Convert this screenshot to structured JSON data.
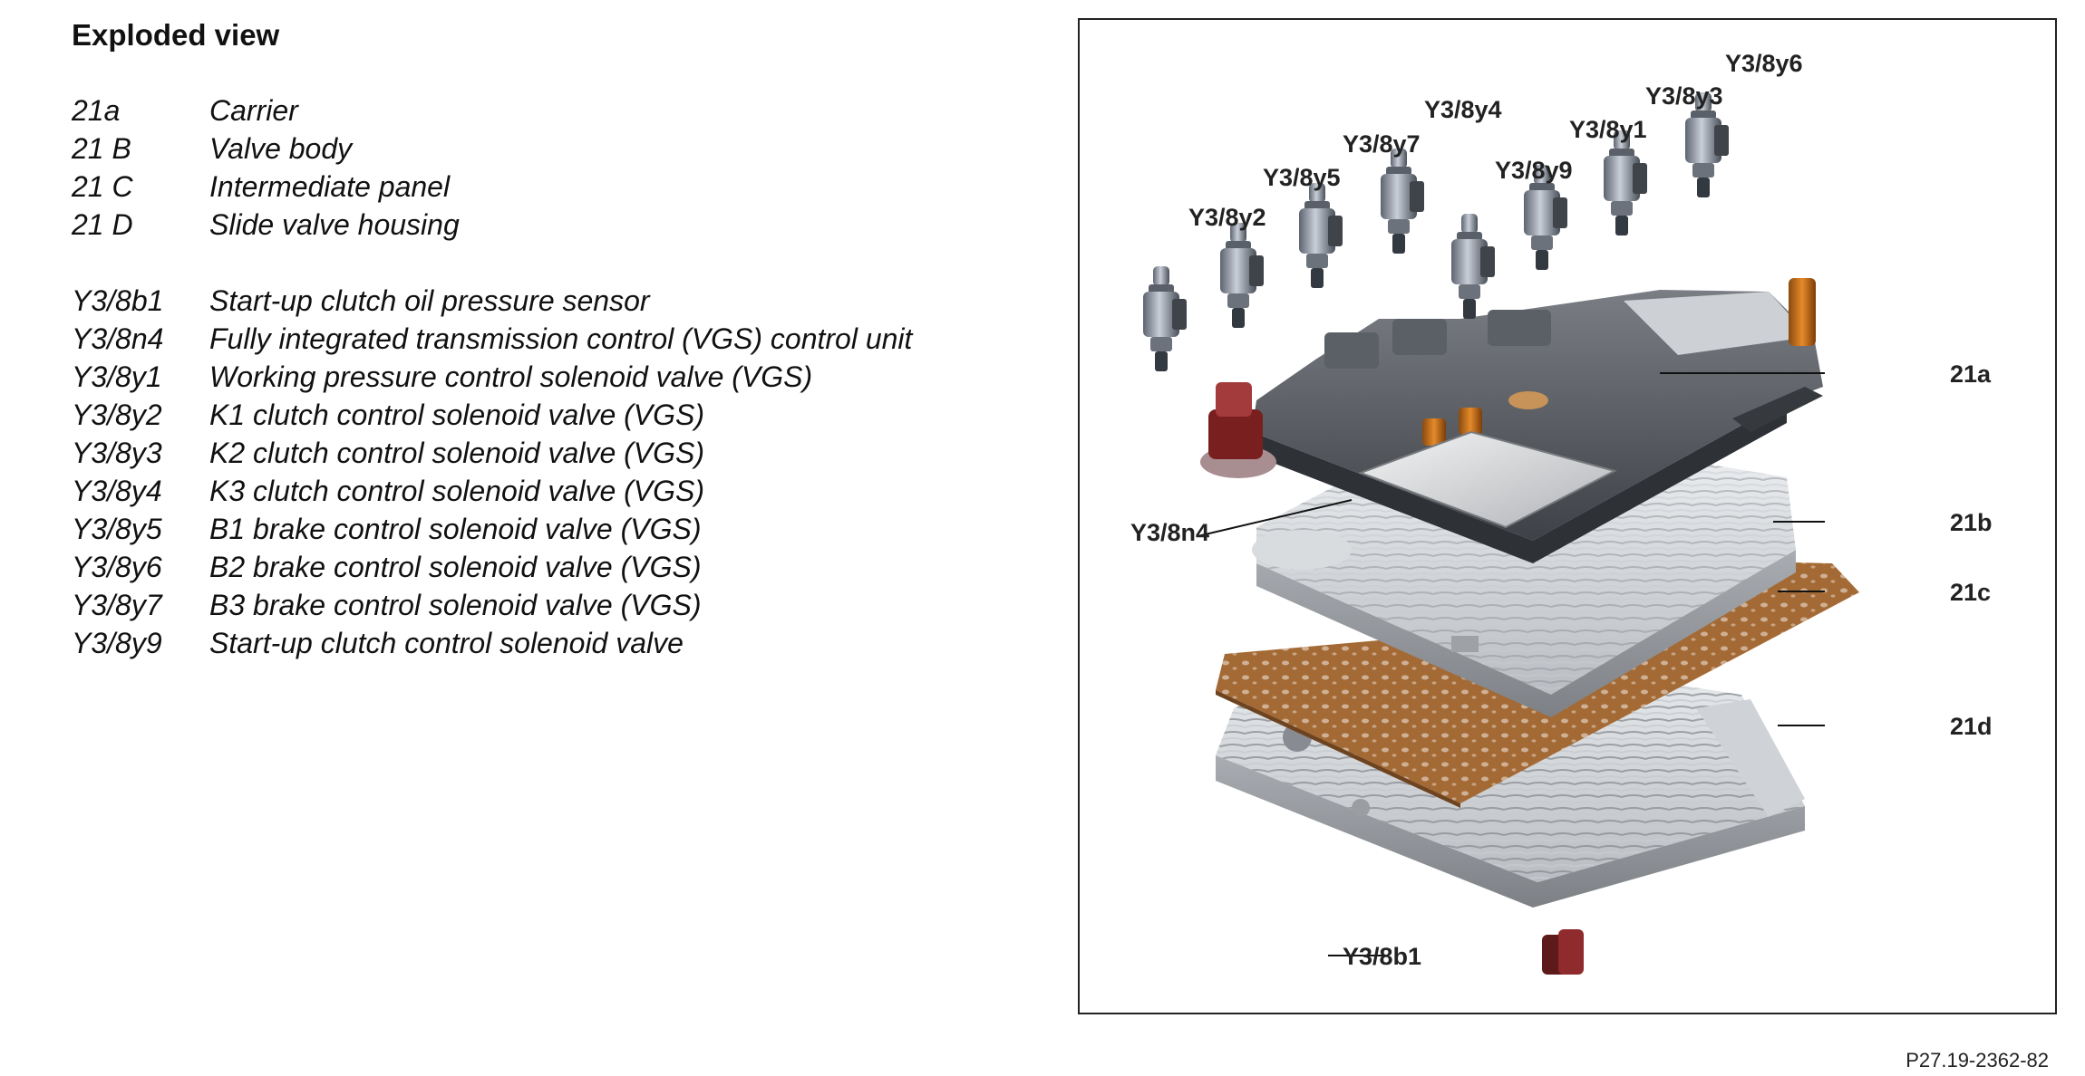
{
  "title": "Exploded view",
  "legend_group_1": [
    {
      "code": "21a",
      "desc": "Carrier"
    },
    {
      "code": "21 B",
      "desc": "Valve body"
    },
    {
      "code": "21 C",
      "desc": "Intermediate panel"
    },
    {
      "code": "21 D",
      "desc": "Slide valve housing"
    }
  ],
  "legend_group_2": [
    {
      "code": "Y3/8b1",
      "desc": "Start-up clutch oil pressure sensor"
    },
    {
      "code": "Y3/8n4",
      "desc": "Fully integrated transmission control (VGS) control unit"
    },
    {
      "code": "Y3/8y1",
      "desc": "Working pressure control solenoid valve (VGS)"
    },
    {
      "code": "Y3/8y2",
      "desc": "K1 clutch control solenoid valve (VGS)"
    },
    {
      "code": "Y3/8y3",
      "desc": "K2 clutch control solenoid valve (VGS)"
    },
    {
      "code": "Y3/8y4",
      "desc": "K3 clutch control solenoid valve (VGS)"
    },
    {
      "code": "Y3/8y5",
      "desc": "B1 brake control solenoid valve (VGS)"
    },
    {
      "code": "Y3/8y6",
      "desc": "B2 brake control solenoid valve (VGS)"
    },
    {
      "code": "Y3/8y7",
      "desc": "B3 brake control solenoid valve (VGS)"
    },
    {
      "code": "Y3/8y9",
      "desc": "Start-up clutch control solenoid valve"
    }
  ],
  "diagram": {
    "labels": {
      "y2": "Y3/8y2",
      "y5": "Y3/8y5",
      "y7": "Y3/8y7",
      "y4": "Y3/8y4",
      "y9": "Y3/8y9",
      "y1": "Y3/8y1",
      "y3": "Y3/8y3",
      "y6": "Y3/8y6",
      "c21a": "21a",
      "c21b": "21b",
      "c21c": "21c",
      "c21d": "21d",
      "n4": "Y3/8n4",
      "b1": "Y3/8b1"
    }
  },
  "figure_number": "P27.19-2362-82"
}
